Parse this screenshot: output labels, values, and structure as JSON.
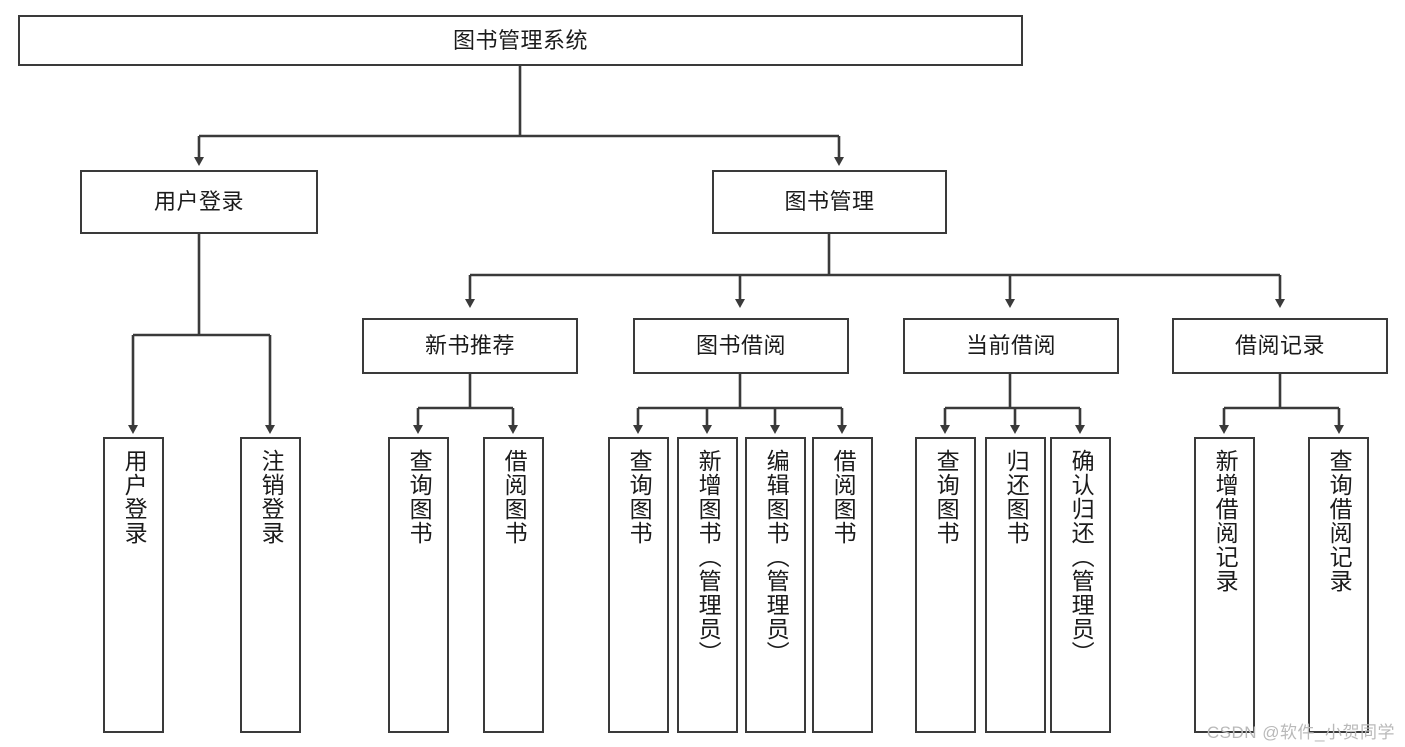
{
  "diagram": {
    "title": "图书管理系统",
    "type": "tree-hierarchy-function-structure",
    "line_color": "#3a3a3a",
    "box_fill": "#ffffff",
    "text_color": "#1b1b1b",
    "watermark_color": "#b9b9b9"
  },
  "root": {
    "label": "图书管理系统"
  },
  "level2": [
    {
      "label": "用户登录"
    },
    {
      "label": "图书管理"
    }
  ],
  "level3": [
    {
      "label": "新书推荐"
    },
    {
      "label": "图书借阅"
    },
    {
      "label": "当前借阅"
    },
    {
      "label": "借阅记录"
    }
  ],
  "leaves": {
    "user_login": [
      {
        "label": "用户登录"
      },
      {
        "label": "注销登录"
      }
    ],
    "new_book_recommend": [
      {
        "label": "查询图书"
      },
      {
        "label": "借阅图书"
      }
    ],
    "book_borrow": [
      {
        "label": "查询图书"
      },
      {
        "label": "新增图书（管理员）"
      },
      {
        "label": "编辑图书（管理员）"
      },
      {
        "label": "借阅图书"
      }
    ],
    "current_borrow": [
      {
        "label": "查询图书"
      },
      {
        "label": "归还图书"
      },
      {
        "label": "确认归还（管理员）"
      }
    ],
    "borrow_record": [
      {
        "label": "新增借阅记录"
      },
      {
        "label": "查询借阅记录"
      }
    ]
  },
  "watermark": {
    "text": "CSDN @软件_小贺同学"
  }
}
